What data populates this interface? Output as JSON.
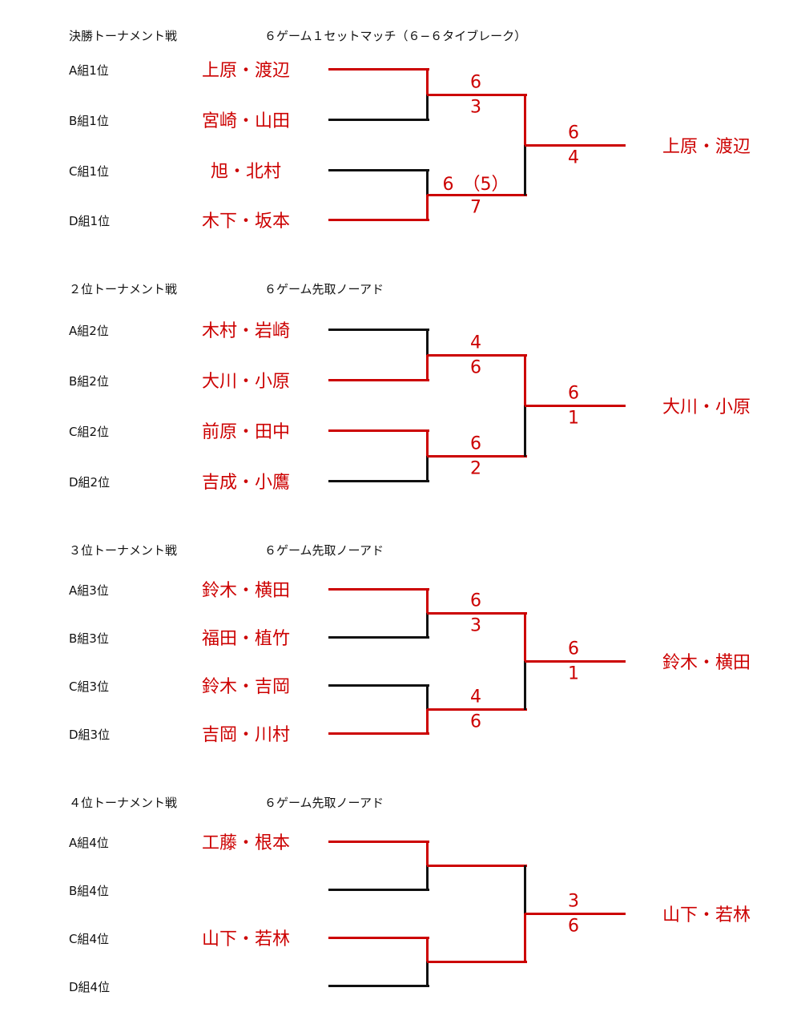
{
  "colors": {
    "win": "#cc0000",
    "lose": "#111111"
  },
  "sections": [
    {
      "title": "決勝トーナメント戦",
      "format": "６ゲーム１セットマッチ（６−６タイブレーク）",
      "entries": [
        {
          "group": "A組1位",
          "team": "上原・渡辺"
        },
        {
          "group": "B組1位",
          "team": "宮崎・山田"
        },
        {
          "group": "C組1位",
          "team": "旭・北村"
        },
        {
          "group": "D組1位",
          "team": "木下・坂本"
        }
      ],
      "semis": [
        {
          "winner": 0,
          "score_top": "6",
          "score_bottom": "3"
        },
        {
          "winner": 1,
          "score_top": "6　（5）",
          "score_bottom": "7"
        }
      ],
      "final": {
        "winner": 0,
        "score_top": "6",
        "score_bottom": "4",
        "champion": "上原・渡辺"
      }
    },
    {
      "title": "２位トーナメント戦",
      "format": "６ゲーム先取ノーアド",
      "entries": [
        {
          "group": "A組2位",
          "team": "木村・岩崎"
        },
        {
          "group": "B組2位",
          "team": "大川・小原"
        },
        {
          "group": "C組2位",
          "team": "前原・田中"
        },
        {
          "group": "D組2位",
          "team": "吉成・小鷹"
        }
      ],
      "semis": [
        {
          "winner": 1,
          "score_top": "4",
          "score_bottom": "6"
        },
        {
          "winner": 0,
          "score_top": "6",
          "score_bottom": "2"
        }
      ],
      "final": {
        "winner": 0,
        "score_top": "6",
        "score_bottom": "1",
        "champion": "大川・小原"
      }
    },
    {
      "title": "３位トーナメント戦",
      "format": "６ゲーム先取ノーアド",
      "entries": [
        {
          "group": "A組3位",
          "team": "鈴木・横田"
        },
        {
          "group": "B組3位",
          "team": "福田・植竹"
        },
        {
          "group": "C組3位",
          "team": "鈴木・吉岡"
        },
        {
          "group": "D組3位",
          "team": "吉岡・川村"
        }
      ],
      "semis": [
        {
          "winner": 0,
          "score_top": "6",
          "score_bottom": "3"
        },
        {
          "winner": 1,
          "score_top": "4",
          "score_bottom": "6"
        }
      ],
      "final": {
        "winner": 0,
        "score_top": "6",
        "score_bottom": "1",
        "champion": "鈴木・横田"
      }
    },
    {
      "title": "４位トーナメント戦",
      "format": "６ゲーム先取ノーアド",
      "entries": [
        {
          "group": "A組4位",
          "team": "工藤・根本"
        },
        {
          "group": "B組4位",
          "team": ""
        },
        {
          "group": "C組4位",
          "team": "山下・若林"
        },
        {
          "group": "D組4位",
          "team": ""
        }
      ],
      "semis": [
        {
          "winner": 0,
          "score_top": "",
          "score_bottom": ""
        },
        {
          "winner": 0,
          "score_top": "",
          "score_bottom": ""
        }
      ],
      "final": {
        "winner": 1,
        "score_top": "3",
        "score_bottom": "6",
        "champion": "山下・若林"
      }
    }
  ]
}
